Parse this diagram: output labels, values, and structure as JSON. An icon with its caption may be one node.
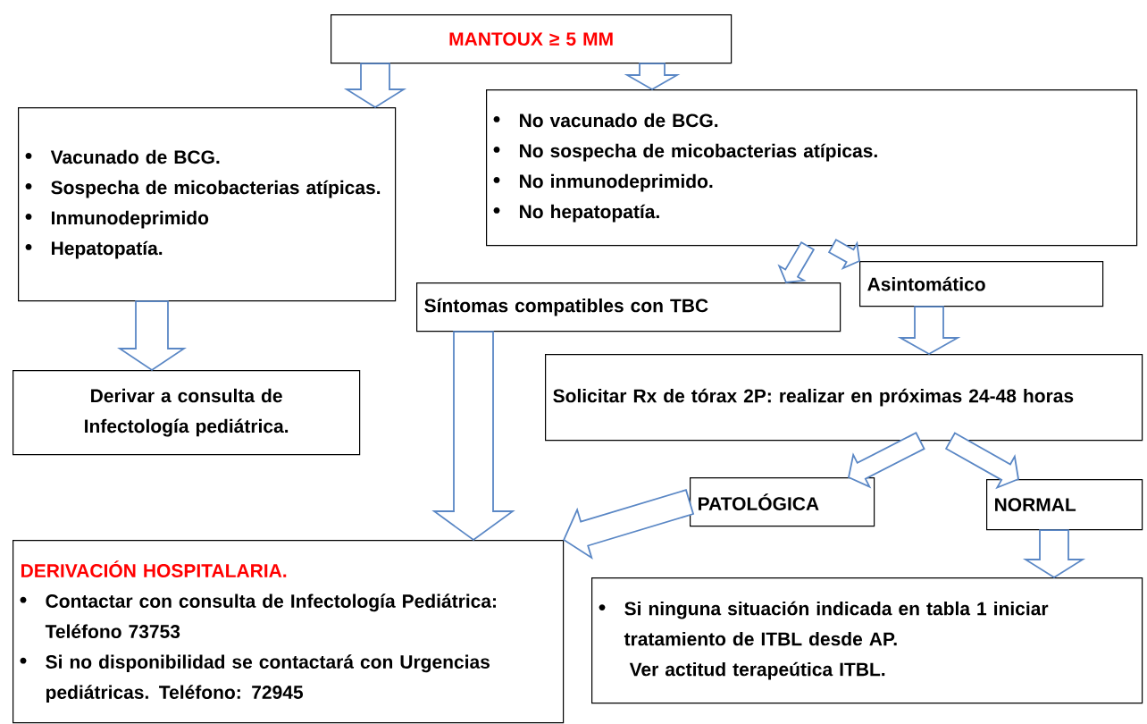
{
  "diagram": {
    "nodes": [
      {
        "text": [
          "MANTOUX ≥ 5 MM"
        ]
      },
      {
        "text": [
          "Vacunado de BCG.",
          "Sospecha de micobacterias atípicas.",
          "Inmunodeprimido",
          "Hepatopatía."
        ]
      },
      {
        "text": [
          "No vacunado de BCG.",
          "No sospecha de micobacterias atípicas.",
          "No inmunodeprimido.",
          "No hepatopatía."
        ]
      },
      {
        "text": [
          "Síntomas compatibles con TBC"
        ]
      },
      {
        "text": [
          "Asintomático"
        ]
      },
      {
        "text": [
          "Derivar a consulta de Infectología pediátrica."
        ]
      },
      {
        "text": [
          "Solicitar Rx de tórax 2P: realizar en próximas 24-48 horas"
        ]
      },
      {
        "text": [
          "PATOLÓGICA"
        ]
      },
      {
        "text": [
          "NORMAL"
        ]
      },
      {
        "text": [
          "DERIVACIÓN HOSPITALARIA.",
          "Contactar con consulta de Infectología Pediátrica: Teléfono 73753",
          "Si no disponibilidad se contactará con Urgencias pediátricas. Teléfono: 72945"
        ]
      },
      {
        "text": [
          "Si ninguna situación indicada en tabla 1 iniciar tratamiento de ITBL desde AP.",
          "Ver actitud terapeútica ITBL."
        ]
      }
    ],
    "edges": [
      {
        "from": 0,
        "to": 1,
        "arrow": "to"
      },
      {
        "from": 0,
        "to": 2,
        "arrow": "to"
      },
      {
        "from": 2,
        "to": 3,
        "arrow": "to"
      },
      {
        "from": 2,
        "to": 4,
        "arrow": "to"
      },
      {
        "from": 1,
        "to": 5,
        "arrow": "to"
      },
      {
        "from": 3,
        "to": 9,
        "arrow": "to"
      },
      {
        "from": 4,
        "to": 6,
        "arrow": "to"
      },
      {
        "from": 6,
        "to": 7,
        "arrow": "to"
      },
      {
        "from": 6,
        "to": 8,
        "arrow": "to"
      },
      {
        "from": 7,
        "to": 9,
        "arrow": "to"
      },
      {
        "from": 8,
        "to": 10,
        "arrow": "to"
      }
    ]
  }
}
